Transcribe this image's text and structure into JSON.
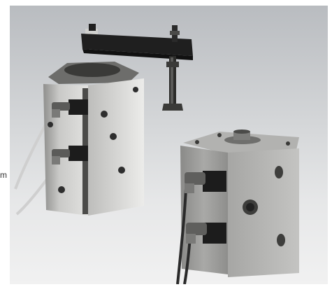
{
  "page": {
    "side_label": "m"
  },
  "photo": {
    "subjects": [
      "swing-clamp-cylinder-with-arm",
      "compact-block-cylinder"
    ],
    "colors": {
      "background_top": "#b9bcc0",
      "background_bottom": "#f1f1f1",
      "metal_light": "#d7d7d5",
      "metal_mid": "#a8a8a6",
      "metal_dark": "#6d6d6b",
      "sensor_black": "#1c1c1c",
      "cable_grey": "#cfcfcf"
    }
  }
}
